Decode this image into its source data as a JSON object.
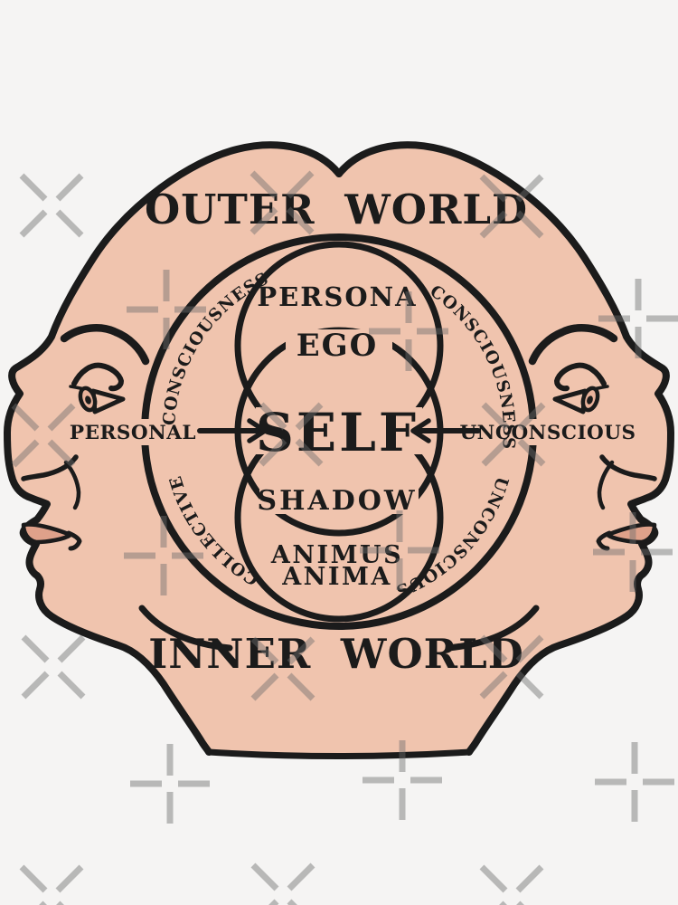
{
  "colors": {
    "background": "#f5f4f3",
    "skin": "#f0c4ae",
    "line": "#1b1b1b",
    "lip": "#dfa18a",
    "iris": "#e9b29b",
    "eye_corner": "#f8e6db",
    "watermark": "#6e6e6e"
  },
  "world_labels": {
    "outer": "OUTER WORLD",
    "inner": "INNER WORLD"
  },
  "circle_labels": {
    "persona": "PERSONA",
    "ego": "EGO",
    "self": "SELF",
    "shadow": "SHADOW",
    "animus": "ANIMUS",
    "anima": "ANIMA"
  },
  "side_labels": {
    "personal": "PERSONAL",
    "unconscious": "UNCONSCIOUS"
  },
  "curved_labels": {
    "consciousness_left": "CONSCIOUSNESS",
    "consciousness_right": "CONSCIOUSNESS",
    "collective": "COLLECTIVE",
    "unconscious": "UNCONSCIOUS"
  }
}
